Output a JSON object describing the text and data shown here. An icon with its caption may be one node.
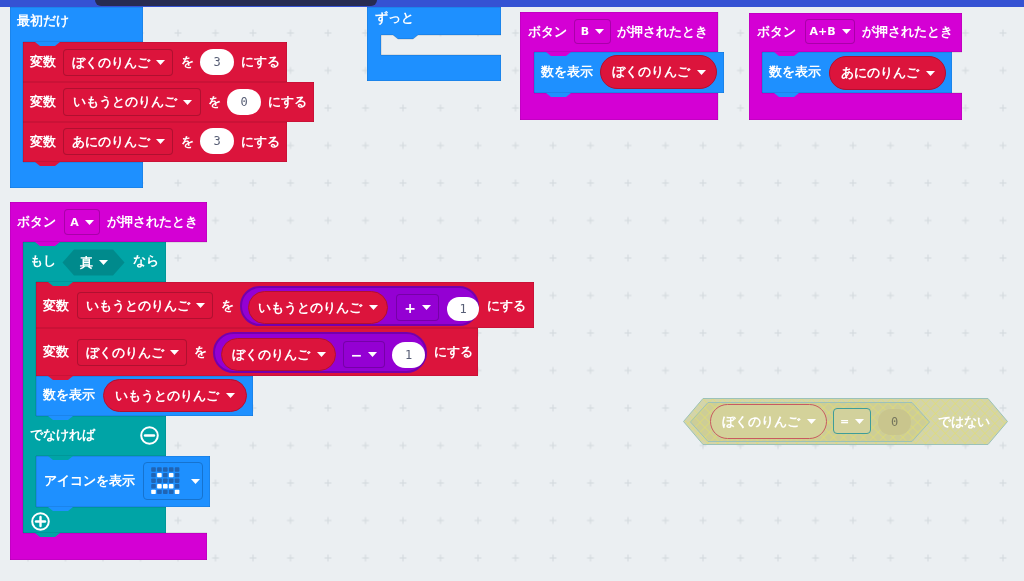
{
  "diagram": {
    "nodes": [
      {
        "text": [
          "最初だけ"
        ]
      },
      {
        "text": [
          "変数",
          "を",
          "にする"
        ]
      },
      {
        "text": [
          "ぼくのりんご"
        ],
        "in": 1
      },
      {
        "text": [
          "3"
        ],
        "in": 1
      },
      {
        "text": [
          "変数",
          "を",
          "にする"
        ]
      },
      {
        "text": [
          "いもうとのりんご"
        ],
        "in": 4
      },
      {
        "text": [
          "0"
        ],
        "in": 4
      },
      {
        "text": [
          "変数",
          "を",
          "にする"
        ]
      },
      {
        "text": [
          "あにのりんご"
        ],
        "in": 7
      },
      {
        "text": [
          "3"
        ],
        "in": 7
      },
      {
        "text": [
          "ずっと"
        ]
      },
      {
        "text": [
          "ボタン",
          "が押されたとき"
        ]
      },
      {
        "text": [
          "B"
        ],
        "in": 11
      },
      {
        "text": [
          "数を表示"
        ],
        "in": 11
      },
      {
        "text": [
          "ぼくのりんご"
        ],
        "in": 13
      },
      {
        "text": [
          "ボタン",
          "が押されたとき"
        ]
      },
      {
        "text": [
          "A+B"
        ],
        "in": 15
      },
      {
        "text": [
          "数を表示"
        ],
        "in": 15
      },
      {
        "text": [
          "あにのりんご"
        ],
        "in": 17
      },
      {
        "text": [
          "ボタン",
          "が押されたとき"
        ]
      },
      {
        "text": [
          "A"
        ],
        "in": 19
      },
      {
        "text": [
          "もし",
          "なら",
          "でなければ"
        ],
        "in": 19
      },
      {
        "text": [
          "真"
        ],
        "in": 21
      },
      {
        "text": [
          "変数",
          "を",
          "にする"
        ]
      },
      {
        "text": [
          "いもうとのりんご"
        ],
        "in": 23
      },
      {
        "text": [],
        "shape": "pill",
        "in": 23
      },
      {
        "text": [
          "いもうとのりんご"
        ],
        "in": 25
      },
      {
        "text": [
          "+"
        ],
        "in": 25
      },
      {
        "text": [
          "1"
        ],
        "in": 25
      },
      {
        "text": [
          "変数",
          "を",
          "にする"
        ]
      },
      {
        "text": [
          "ぼくのりんご"
        ],
        "in": 29
      },
      {
        "text": [],
        "shape": "pill",
        "in": 29
      },
      {
        "text": [
          "ぼくのりんご"
        ],
        "in": 31
      },
      {
        "text": [
          "−"
        ],
        "in": 31
      },
      {
        "text": [
          "1"
        ],
        "in": 31
      },
      {
        "text": [
          "数を表示"
        ]
      },
      {
        "text": [
          "いもうとのりんご"
        ],
        "in": 35
      },
      {
        "text": [
          "アイコンを表示"
        ]
      },
      {
        "text": [],
        "shape": "box",
        "in": 37
      },
      {
        "text": [
          "ではない"
        ]
      },
      {
        "text": [],
        "shape": "hexagon",
        "in": 39
      },
      {
        "text": [
          "ぼくのりんご"
        ],
        "in": 40
      },
      {
        "text": [
          "="
        ],
        "in": 40
      },
      {
        "text": [
          "0"
        ],
        "in": 40
      }
    ]
  }
}
